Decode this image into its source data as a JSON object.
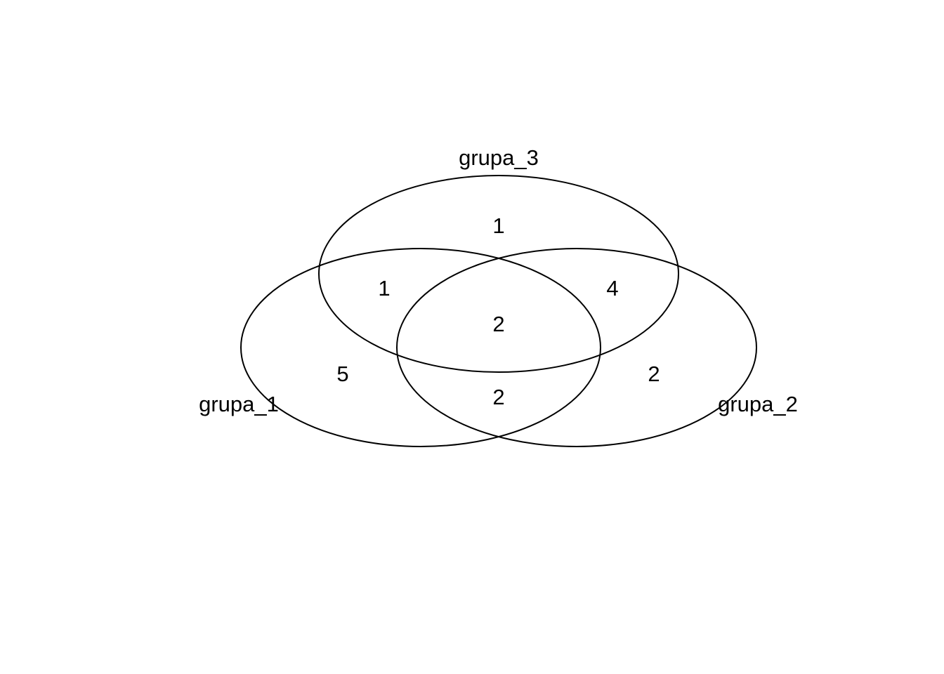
{
  "sets": [
    {
      "id": "grupa_1",
      "label": "grupa_1"
    },
    {
      "id": "grupa_2",
      "label": "grupa_2"
    },
    {
      "id": "grupa_3",
      "label": "grupa_3"
    }
  ],
  "regions": {
    "grupa_3_only": "1",
    "grupa_1_grupa_3_only": "1",
    "grupa_2_grupa_3_only": "4",
    "all_three": "2",
    "grupa_1_only": "5",
    "grupa_2_only": "2",
    "grupa_1_grupa_2_only": "2"
  },
  "colors": {
    "stroke": "#000000",
    "text": "#000000",
    "background": "#ffffff"
  }
}
